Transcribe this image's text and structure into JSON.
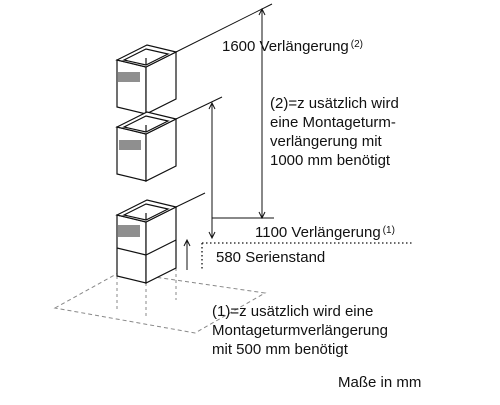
{
  "labels": {
    "ext_1600": "1600 Verlängerung",
    "ext_1600_ref": "(2)",
    "note_2_lines": [
      "(2)=z usätzlich wird",
      "eine Montageturm-",
      "verlängerung mit",
      "1000 mm benötigt"
    ],
    "ext_1100": "1100 Verlängerung",
    "ext_1100_ref": "(1)",
    "serienstand": "580 Serienstand",
    "note_1_lines": [
      "(1)=z usätzlich wird eine",
      "Montageturmverlängerung",
      "mit 500 mm benötigt"
    ],
    "units": "Maße in mm"
  }
}
